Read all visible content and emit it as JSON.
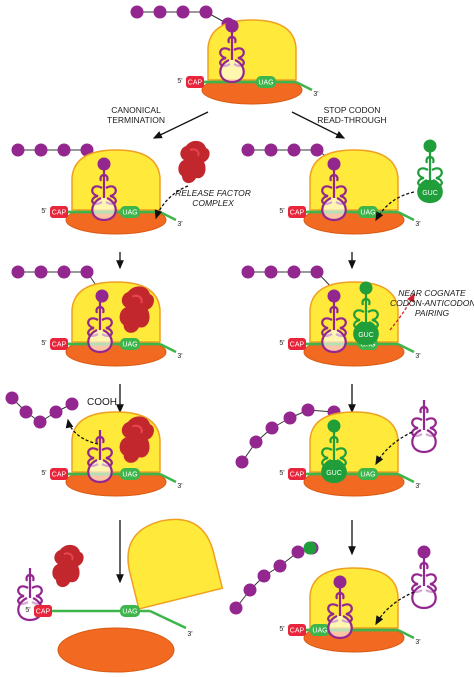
{
  "branch_labels": {
    "canonical_line1": "CANONICAL",
    "canonical_line2": "TERMINATION",
    "readthrough_line1": "STOP CODON",
    "readthrough_line2": "READ-THROUGH"
  },
  "annotations": {
    "release_factor_line1": "RELEASE FACTOR",
    "release_factor_line2": "COMPLEX",
    "near_cognate_line1": "NEAR COGNATE",
    "near_cognate_line2": "CODON-ANTICODON",
    "near_cognate_line3": "PAIRING",
    "cooh": "COOH"
  },
  "labels": {
    "five_prime": "5'",
    "three_prime": "3'",
    "cap": "CAP",
    "stop_codon": "UAG",
    "anticodon": "GUC"
  },
  "colors": {
    "large_subunit": "#ffe93a",
    "small_subunit": "#f26a21",
    "outline": "#f0a020",
    "mrna": "#3db54a",
    "cap": "#e8253b",
    "amino_acid": "#93278f",
    "trna_purple": "#93278f",
    "trna_green": "#1f9e3a",
    "release_factor": "#c1272d"
  }
}
